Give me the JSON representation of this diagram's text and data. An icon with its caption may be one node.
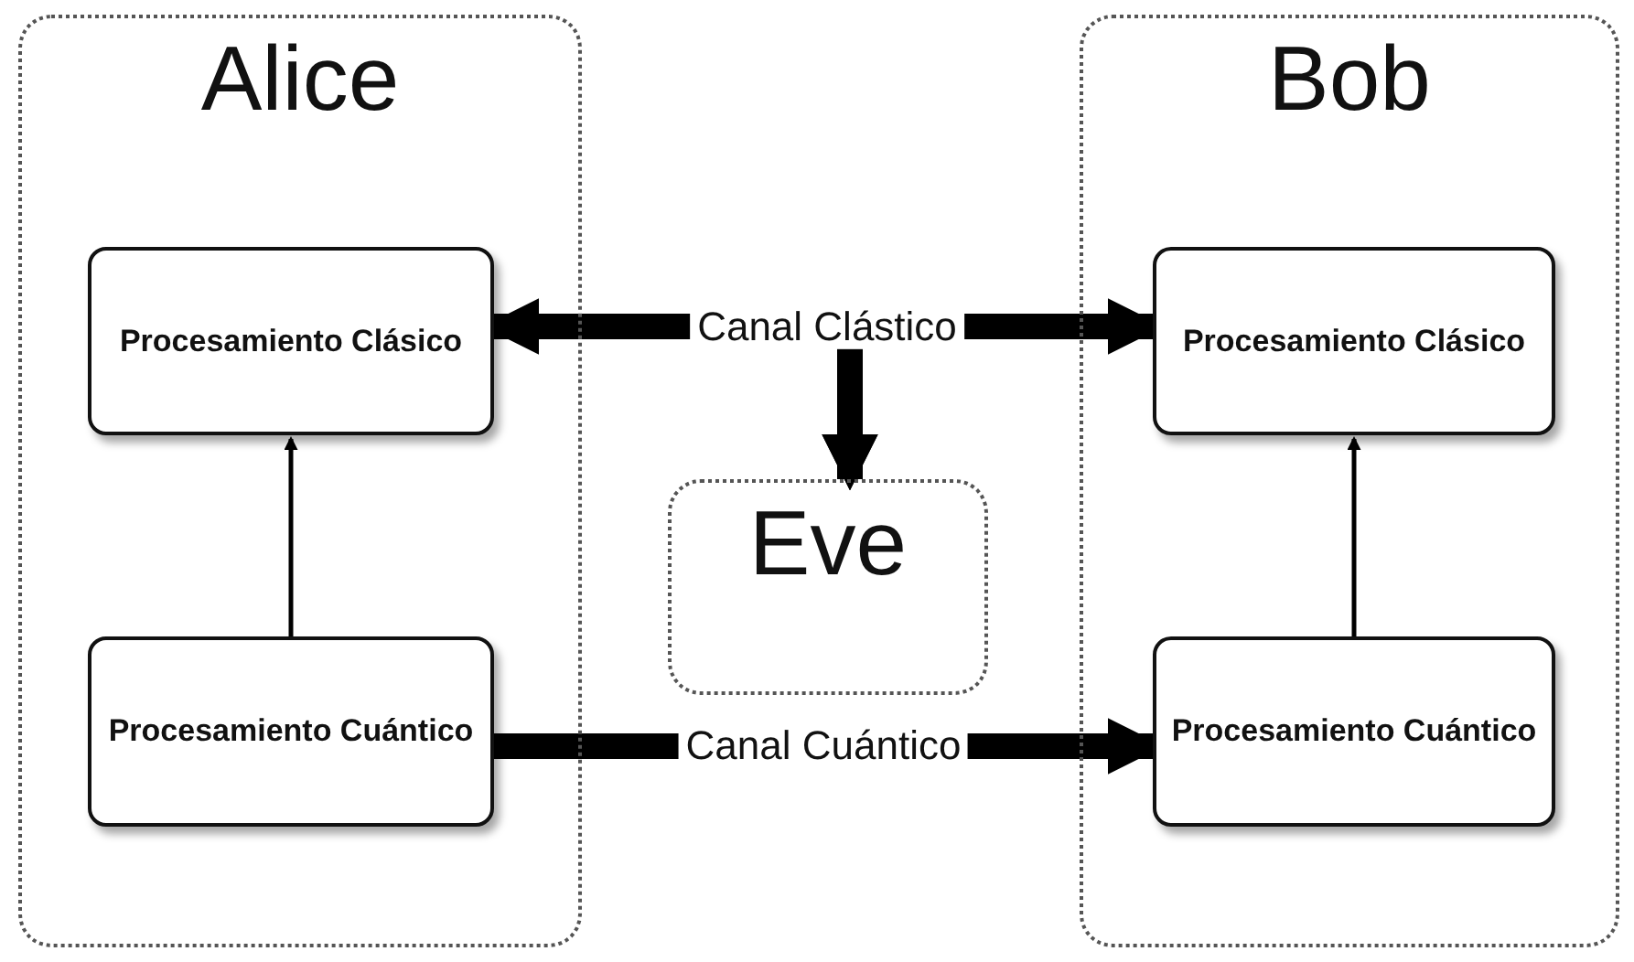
{
  "diagram": {
    "nodes": [
      {
        "text": [
          "Alice"
        ]
      },
      {
        "text": [
          "Procesamiento Clásico"
        ],
        "in": 0
      },
      {
        "text": [
          "Procesamiento Cuántico"
        ],
        "in": 0
      },
      {
        "text": [
          "Bob"
        ]
      },
      {
        "text": [
          "Procesamiento Clásico"
        ],
        "in": 3
      },
      {
        "text": [
          "Procesamiento Cuántico"
        ],
        "in": 3
      },
      {
        "text": [
          "Eve"
        ]
      }
    ],
    "edges": [
      {
        "from": 2,
        "to": 1,
        "arrow": "to"
      },
      {
        "from": 5,
        "to": 4,
        "arrow": "to"
      },
      {
        "from": 1,
        "to": 4,
        "arrow": "both",
        "label": "Canal Clástico"
      },
      {
        "from": 1,
        "to": 6,
        "arrow": "to"
      },
      {
        "from": 4,
        "to": 6,
        "arrow": "to"
      },
      {
        "from": 2,
        "to": 5,
        "arrow": "to",
        "label": "Canal Cuántico"
      }
    ]
  }
}
